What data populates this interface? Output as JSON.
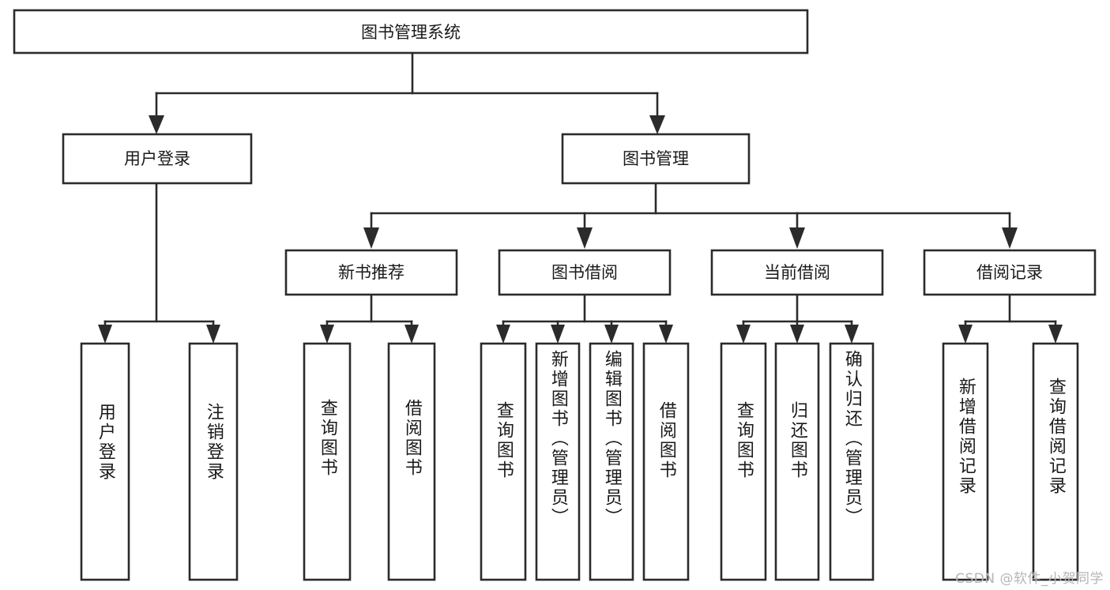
{
  "diagram": {
    "type": "tree-hierarchy",
    "root": {
      "id": "root",
      "label": "图书管理系统"
    },
    "level1": [
      {
        "id": "user-login",
        "label": "用户登录"
      },
      {
        "id": "book-management",
        "label": "图书管理"
      }
    ],
    "level2": [
      {
        "id": "new-book-recommend",
        "label": "新书推荐",
        "parent": "book-management"
      },
      {
        "id": "book-borrow",
        "label": "图书借阅",
        "parent": "book-management"
      },
      {
        "id": "current-borrow",
        "label": "当前借阅",
        "parent": "book-management"
      },
      {
        "id": "borrow-record",
        "label": "借阅记录",
        "parent": "book-management"
      }
    ],
    "leaves": [
      {
        "id": "leaf-user-login",
        "label": "用户登录",
        "parent": "user-login"
      },
      {
        "id": "leaf-logout",
        "label": "注销登录",
        "parent": "user-login"
      },
      {
        "id": "leaf-query-book-1",
        "label": "查询图书",
        "parent": "new-book-recommend"
      },
      {
        "id": "leaf-borrow-book-1",
        "label": "借阅图书",
        "parent": "new-book-recommend"
      },
      {
        "id": "leaf-query-book-2",
        "label": "查询图书",
        "parent": "book-borrow"
      },
      {
        "id": "leaf-add-book",
        "label": "新增图书（管理员）",
        "parent": "book-borrow"
      },
      {
        "id": "leaf-edit-book",
        "label": "编辑图书（管理员）",
        "parent": "book-borrow"
      },
      {
        "id": "leaf-borrow-book-2",
        "label": "借阅图书",
        "parent": "book-borrow"
      },
      {
        "id": "leaf-query-book-3",
        "label": "查询图书",
        "parent": "current-borrow"
      },
      {
        "id": "leaf-return-book",
        "label": "归还图书",
        "parent": "current-borrow"
      },
      {
        "id": "leaf-confirm-return",
        "label": "确认归还（管理员）",
        "parent": "current-borrow"
      },
      {
        "id": "leaf-add-record",
        "label": "新增借阅记录",
        "parent": "borrow-record"
      },
      {
        "id": "leaf-query-record",
        "label": "查询借阅记录",
        "parent": "borrow-record"
      }
    ]
  },
  "watermark": {
    "text": "CSDN @软件_小贺同学"
  },
  "colors": {
    "stroke": "#2b2b2b",
    "fill": "#ffffff",
    "text": "#1a1a1a",
    "watermark": "#b6b6b6"
  }
}
